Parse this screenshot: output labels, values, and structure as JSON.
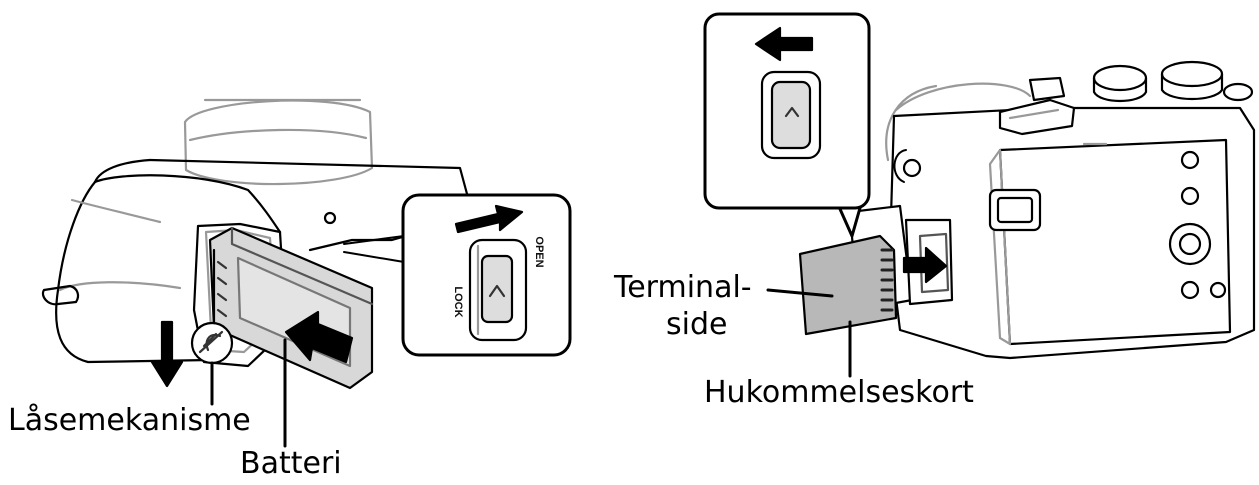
{
  "left_illustration": {
    "labels": {
      "lock_lever": "Låsemekanisme",
      "battery": "Batteri"
    },
    "switch_text": {
      "lock": "LOCK",
      "open": "OPEN"
    }
  },
  "right_illustration": {
    "labels": {
      "terminal_side_line1": "Terminal-",
      "terminal_side_line2": "side",
      "memory_card": "Hukommelseskort"
    }
  },
  "icons": [
    "arrow-right-icon",
    "arrow-left-icon",
    "arrow-down-icon",
    "insert-arrow-icon"
  ]
}
